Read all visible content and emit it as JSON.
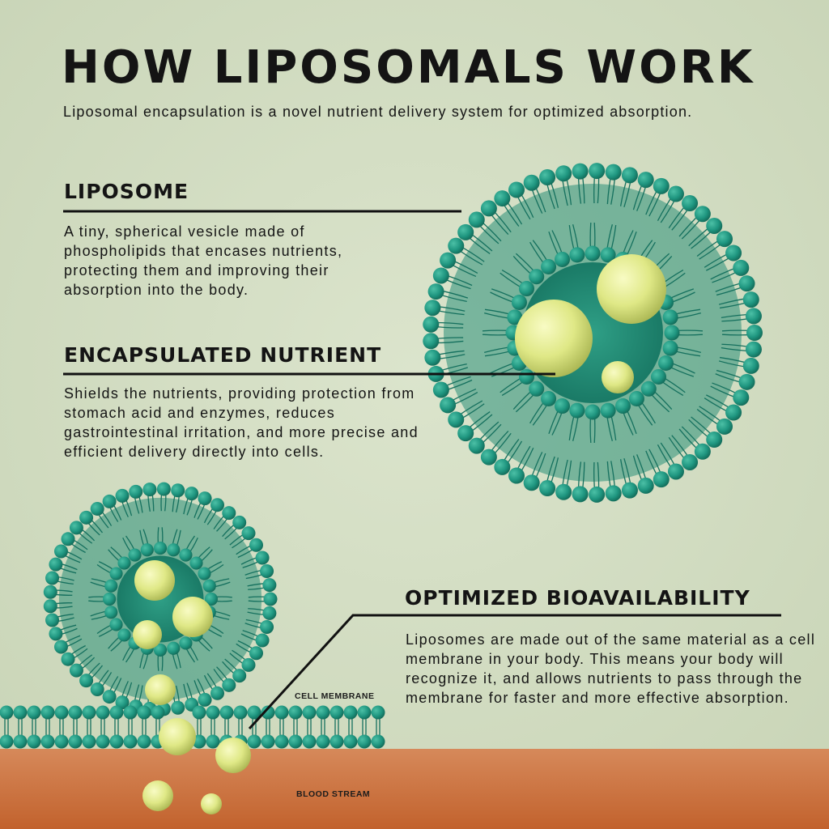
{
  "title": "HOW LIPOSOMALS WORK",
  "subtitle": "Liposomal encapsulation is a novel nutrient delivery system for optimized absorption.",
  "sections": [
    {
      "heading": "LIPOSOME",
      "body": "A tiny, spherical vesicle made of phospholipids that encases nutrients, protecting them and improving their absorption into the body."
    },
    {
      "heading": "ENCAPSULATED NUTRIENT",
      "body": "Shields the nutrients, providing protection from stomach acid and enzymes, reduces gastrointestinal irritation, and more precise and efficient delivery directly into cells."
    },
    {
      "heading": "OPTIMIZED BIOAVAILABILITY",
      "body": "Liposomes are made out of the same material as a cell membrane in your body. This means your body will recognize it, and allows nutrients to pass through the membrane for faster and more effective absorption."
    }
  ],
  "labels": {
    "cell_membrane": "CELL MEMBRANE",
    "blood_stream": "BLOOD STREAM"
  },
  "colors": {
    "background": "#d2dcc2",
    "lipid_head": "#1f9680",
    "lipid_tail": "#15705e",
    "nutrient": "#dfe886",
    "blood": "#c96f3c"
  }
}
